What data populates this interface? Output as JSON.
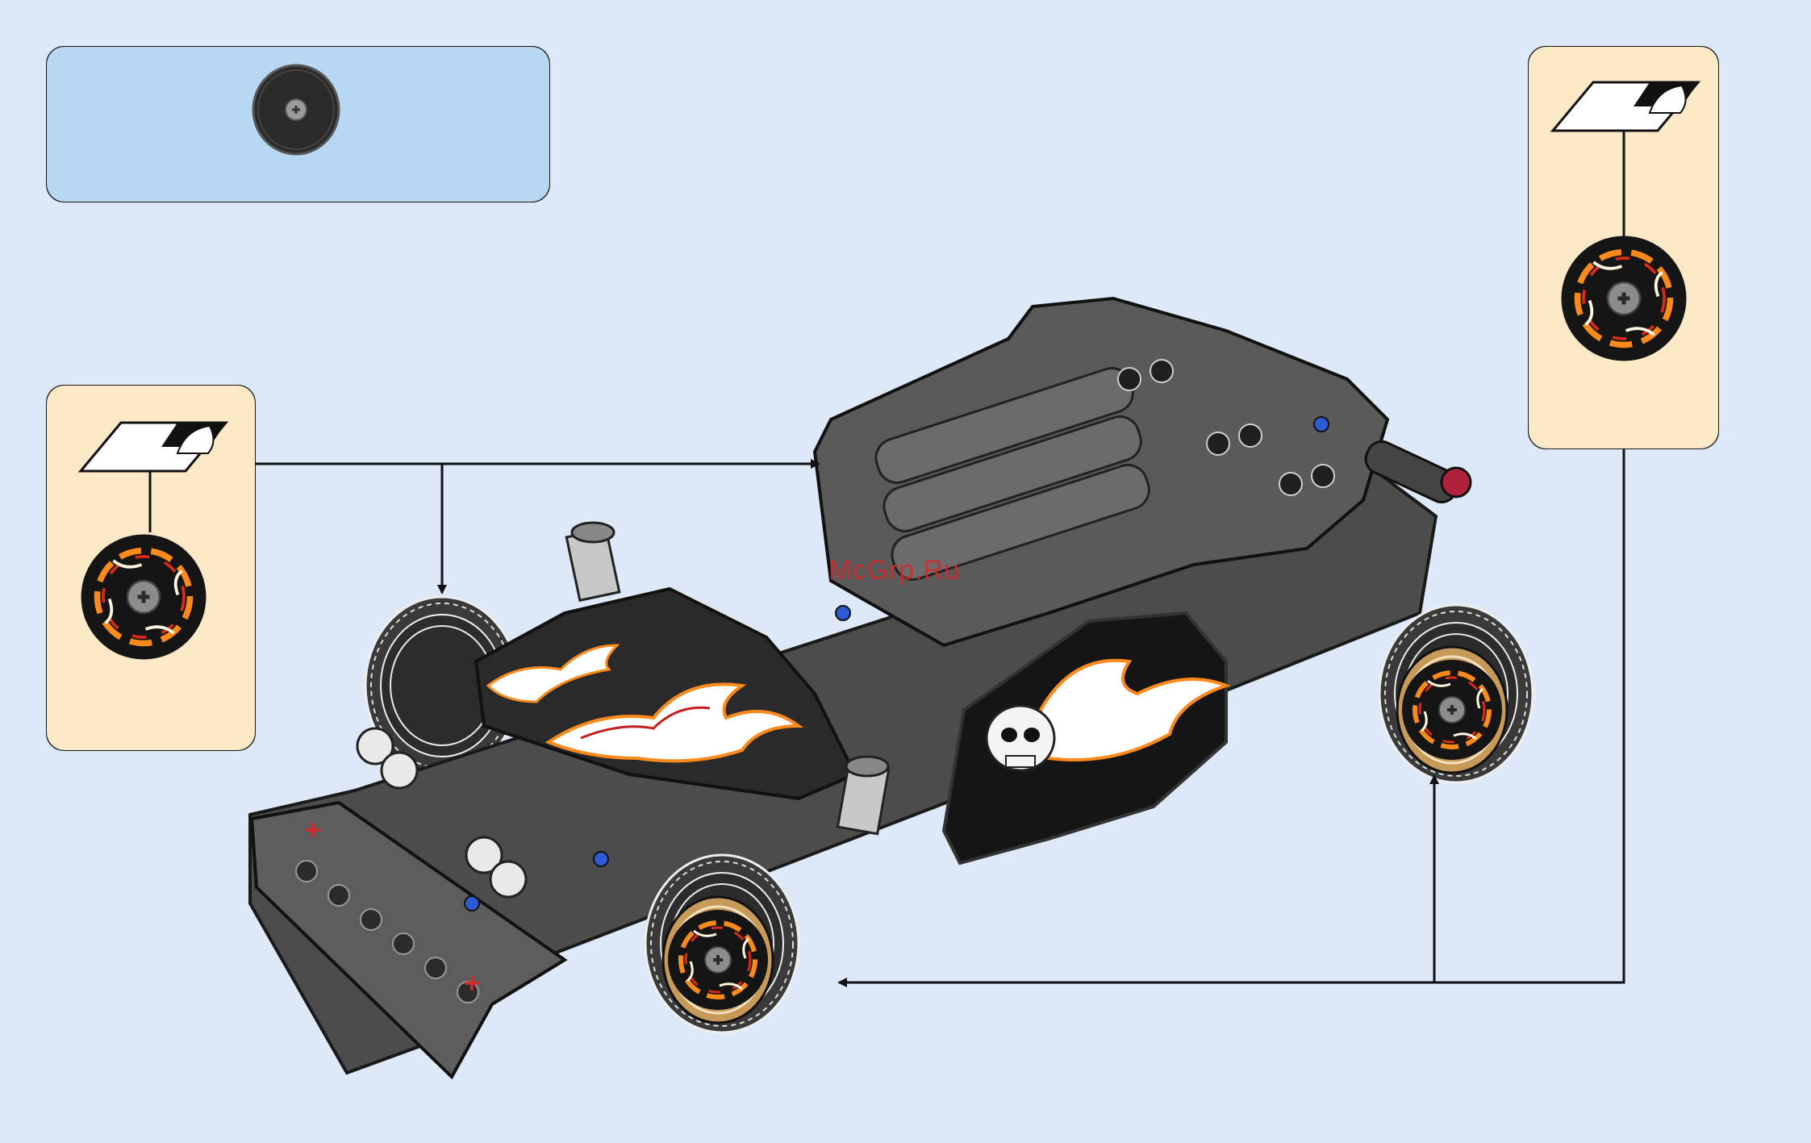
{
  "page": {
    "background": "#dde9f8",
    "watermark": "McGrp.Ru"
  },
  "parts_list": {
    "background": "#b8d7f2",
    "items": [
      {
        "name": "round-decorated-disc-part",
        "icon": "disc-icon",
        "color": "#2a2a2a"
      }
    ]
  },
  "callouts": [
    {
      "name": "left-callout",
      "background": "#fde9c8",
      "content": [
        "sticker-sheet-icon",
        "flame-disc-sticker-icon"
      ]
    },
    {
      "name": "right-callout",
      "background": "#fde9c8",
      "content": [
        "sticker-sheet-icon",
        "flame-disc-sticker-icon"
      ]
    }
  ],
  "model": {
    "name": "getaway-racer-assembly",
    "body_color": "#555555",
    "tire_color": "#3a3a3a",
    "rim_color": "#c79a5a",
    "flame_colors": [
      "#ffffff",
      "#ff8a1c",
      "#c41e1e"
    ]
  }
}
